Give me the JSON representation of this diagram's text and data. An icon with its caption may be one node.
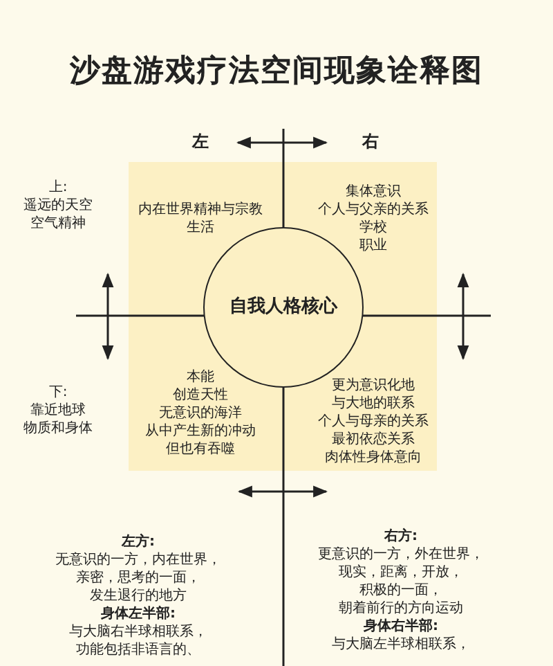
{
  "diagram": {
    "title": "沙盘游戏疗法空间现象诠释图",
    "nodes": [
      {
        "text": [
          "内在世界精神与宗教生活",
          "集体意识",
          "个人与父亲的关系",
          "学校",
          "职业",
          "本能",
          "创造天性",
          "无意识的海洋",
          "从中产生新的冲动",
          "但也有吞噬",
          "更为意识化地",
          "与大地的联系",
          "个人与母亲的关系",
          "最初依恋关系",
          "肉体性身体意向"
        ]
      },
      {
        "text": [
          "自我人格核心"
        ],
        "in": 0
      }
    ],
    "edges": [],
    "labels": [
      "左",
      "右",
      "上:",
      "遥远的天空",
      "空气精神",
      "下:",
      "靠近地球",
      "物质和身体",
      "左方:",
      "无意识的一方，内在世界，",
      "亲密，思考的一面，",
      "发生退行的地方",
      "身体左半部:",
      "与大脑右半球相联系，",
      "功能包括非语言的、",
      "右方:",
      "更意识的一方，外在世界，",
      "现实，距离，开放，",
      "积极的一面，",
      "朝着前行的方向运动",
      "身体右半部:",
      "与大脑左半球相联系，"
    ]
  }
}
